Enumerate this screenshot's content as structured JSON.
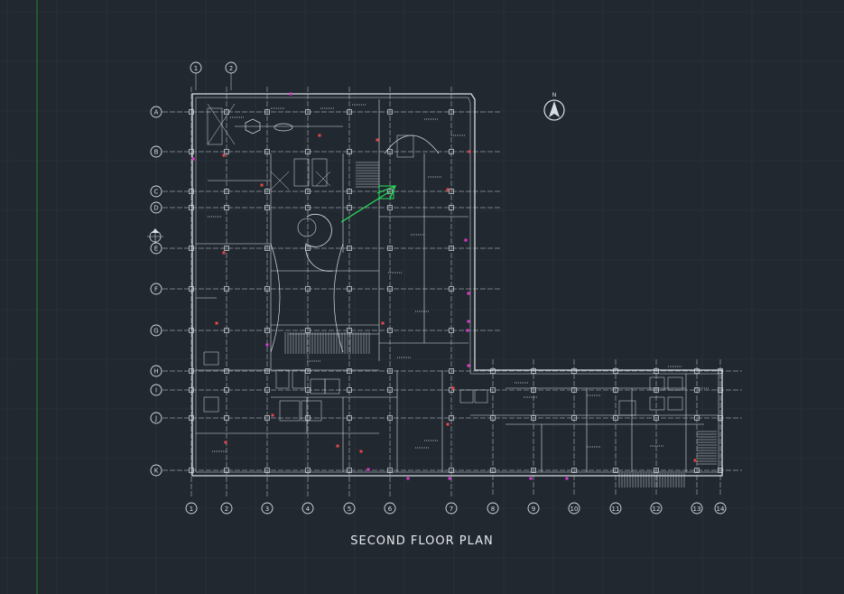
{
  "drawing": {
    "title": "SECOND FLOOR PLAN",
    "north_label": "N",
    "columns_top": [
      "1",
      "2"
    ],
    "columns_bottom": [
      "1",
      "2",
      "3",
      "4",
      "5",
      "6",
      "7",
      "8",
      "9",
      "10",
      "11",
      "12",
      "13",
      "14"
    ],
    "rows": [
      "A",
      "B",
      "C",
      "D",
      "E",
      "F",
      "G",
      "H",
      "I",
      "J",
      "K"
    ],
    "colors": {
      "background": "#212830",
      "grid": "#2c343e",
      "lines": "#d9dde3",
      "accent_green": "#27e05a",
      "accent_magenta": "#e03ad0",
      "accent_red": "#e8484a",
      "ucs_green": "#1f8a2f"
    }
  }
}
